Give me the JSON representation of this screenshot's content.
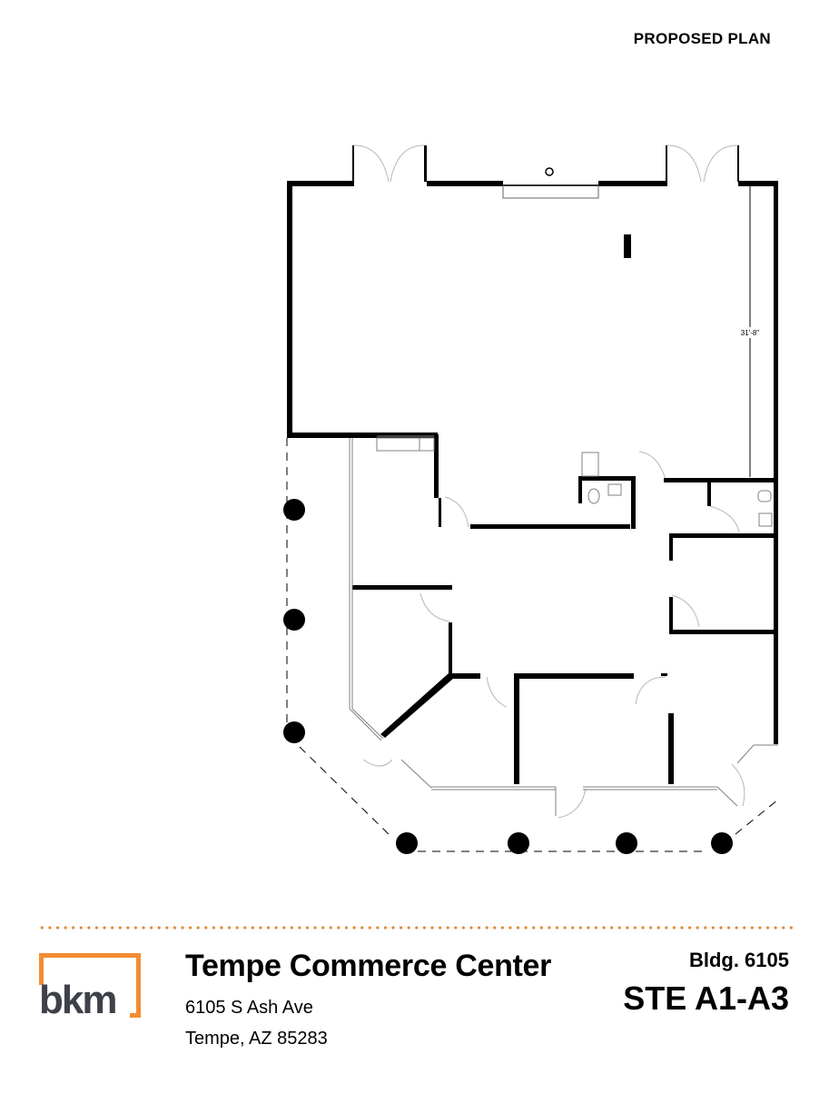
{
  "header": {
    "plan_title": "PROPOSED PLAN"
  },
  "floor_plan": {
    "dimension_label": "31'-8\"",
    "columns_count": 7,
    "colors": {
      "wall": "#000000",
      "door_swing": "#b0b0b0",
      "window": "#808080"
    }
  },
  "footer": {
    "accent_color": "#f28c32",
    "logo_text": "bkm",
    "property_name": "Tempe Commerce Center",
    "address_line1": "6105 S Ash Ave",
    "address_line2": "Tempe, AZ 85283",
    "building": "Bldg. 6105",
    "suite": "STE A1-A3"
  }
}
